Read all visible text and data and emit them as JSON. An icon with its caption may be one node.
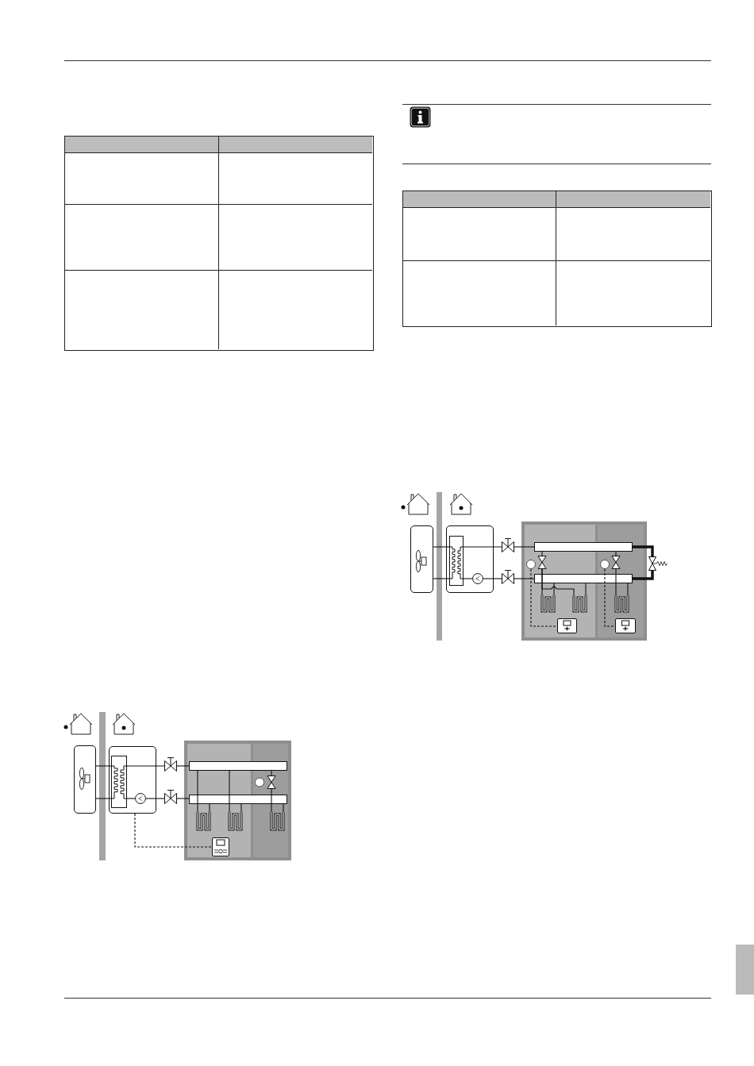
{
  "diagram": {
    "nodes": [
      {
        "text": [],
        "shape": "box"
      },
      {
        "text": [],
        "shape": "box"
      },
      {
        "text": [],
        "shape": "box",
        "in": 1
      },
      {
        "text": [],
        "shape": "circle",
        "in": 1
      },
      {
        "text": [],
        "shape": "valve"
      },
      {
        "text": [],
        "shape": "valve"
      },
      {
        "text": [],
        "shape": "box"
      },
      {
        "text": [],
        "shape": "box",
        "in": 6
      },
      {
        "text": [],
        "shape": "box",
        "in": 6
      },
      {
        "text": [],
        "shape": "bar",
        "in": 6
      },
      {
        "text": [],
        "shape": "bar",
        "in": 6
      },
      {
        "text": [],
        "shape": "coil",
        "in": 7
      },
      {
        "text": [],
        "shape": "coil",
        "in": 7
      },
      {
        "text": [],
        "shape": "box",
        "in": 7
      },
      {
        "text": [],
        "shape": "valve",
        "in": 8
      },
      {
        "text": [],
        "shape": "coil",
        "in": 8
      },
      {
        "text": [],
        "shape": "box"
      },
      {
        "text": [],
        "shape": "box"
      },
      {
        "text": [],
        "shape": "box",
        "in": 17
      },
      {
        "text": [],
        "shape": "circle",
        "in": 17
      },
      {
        "text": [],
        "shape": "valve"
      },
      {
        "text": [],
        "shape": "valve"
      },
      {
        "text": [],
        "shape": "box"
      },
      {
        "text": [],
        "shape": "box",
        "in": 22
      },
      {
        "text": [],
        "shape": "box",
        "in": 22
      },
      {
        "text": [],
        "shape": "bar",
        "in": 22
      },
      {
        "text": [],
        "shape": "bar",
        "in": 22
      },
      {
        "text": [],
        "shape": "valve",
        "in": 23
      },
      {
        "text": [],
        "shape": "coil",
        "in": 23
      },
      {
        "text": [],
        "shape": "coil",
        "in": 23
      },
      {
        "text": [],
        "shape": "box",
        "in": 23
      },
      {
        "text": [],
        "shape": "valve",
        "in": 24
      },
      {
        "text": [],
        "shape": "coil",
        "in": 24
      },
      {
        "text": [],
        "shape": "box",
        "in": 24
      },
      {
        "text": [],
        "shape": "valve"
      }
    ],
    "edges": [
      {
        "from": 0,
        "to": 2,
        "arrow": "none"
      },
      {
        "from": 0,
        "to": 2,
        "arrow": "none"
      },
      {
        "from": 2,
        "to": 4,
        "arrow": "none"
      },
      {
        "from": 2,
        "to": 3,
        "arrow": "none"
      },
      {
        "from": 3,
        "to": 5,
        "arrow": "none"
      },
      {
        "from": 4,
        "to": 9,
        "arrow": "none"
      },
      {
        "from": 5,
        "to": 10,
        "arrow": "none"
      },
      {
        "from": 9,
        "to": 11,
        "arrow": "none"
      },
      {
        "from": 10,
        "to": 11,
        "arrow": "none"
      },
      {
        "from": 9,
        "to": 12,
        "arrow": "none"
      },
      {
        "from": 10,
        "to": 12,
        "arrow": "none"
      },
      {
        "from": 1,
        "to": 13,
        "arrow": "none",
        "style": "dashed"
      },
      {
        "from": 9,
        "to": 14,
        "arrow": "none"
      },
      {
        "from": 14,
        "to": 15,
        "arrow": "none"
      },
      {
        "from": 10,
        "to": 15,
        "arrow": "none"
      },
      {
        "from": 16,
        "to": 18,
        "arrow": "none"
      },
      {
        "from": 16,
        "to": 18,
        "arrow": "none"
      },
      {
        "from": 18,
        "to": 20,
        "arrow": "none"
      },
      {
        "from": 18,
        "to": 19,
        "arrow": "none"
      },
      {
        "from": 19,
        "to": 21,
        "arrow": "none"
      },
      {
        "from": 20,
        "to": 25,
        "arrow": "none"
      },
      {
        "from": 21,
        "to": 26,
        "arrow": "none"
      },
      {
        "from": 25,
        "to": 27,
        "arrow": "none"
      },
      {
        "from": 27,
        "to": 28,
        "arrow": "none"
      },
      {
        "from": 27,
        "to": 29,
        "arrow": "none"
      },
      {
        "from": 26,
        "to": 28,
        "arrow": "none"
      },
      {
        "from": 26,
        "to": 29,
        "arrow": "none"
      },
      {
        "from": 27,
        "to": 30,
        "arrow": "none",
        "style": "dashed"
      },
      {
        "from": 25,
        "to": 31,
        "arrow": "none"
      },
      {
        "from": 31,
        "to": 32,
        "arrow": "none"
      },
      {
        "from": 26,
        "to": 32,
        "arrow": "none"
      },
      {
        "from": 31,
        "to": 33,
        "arrow": "none",
        "style": "dashed"
      },
      {
        "from": 25,
        "to": 34,
        "arrow": "none",
        "style": "thick"
      },
      {
        "from": 34,
        "to": 26,
        "arrow": "none",
        "style": "thick"
      }
    ]
  }
}
